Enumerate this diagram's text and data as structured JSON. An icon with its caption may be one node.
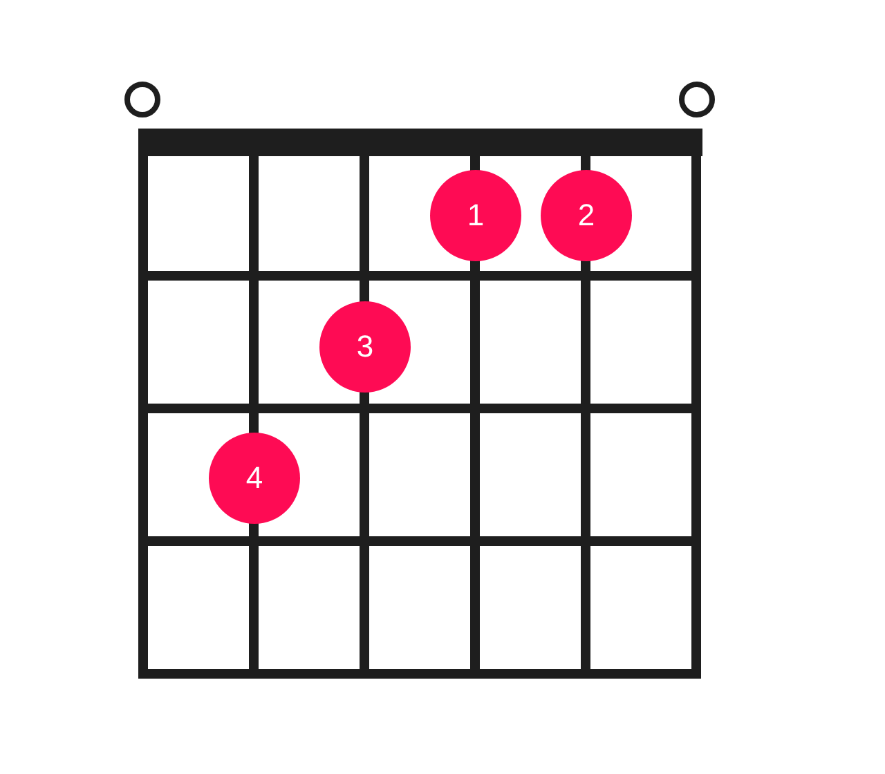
{
  "diagram": {
    "nodes": [
      {
        "text": [],
        "shape": "circle"
      },
      {
        "text": [],
        "shape": "circle"
      },
      {
        "text": [
          "1"
        ]
      },
      {
        "text": [
          "2"
        ]
      },
      {
        "text": [
          "3"
        ]
      },
      {
        "text": [
          "4"
        ]
      }
    ]
  }
}
